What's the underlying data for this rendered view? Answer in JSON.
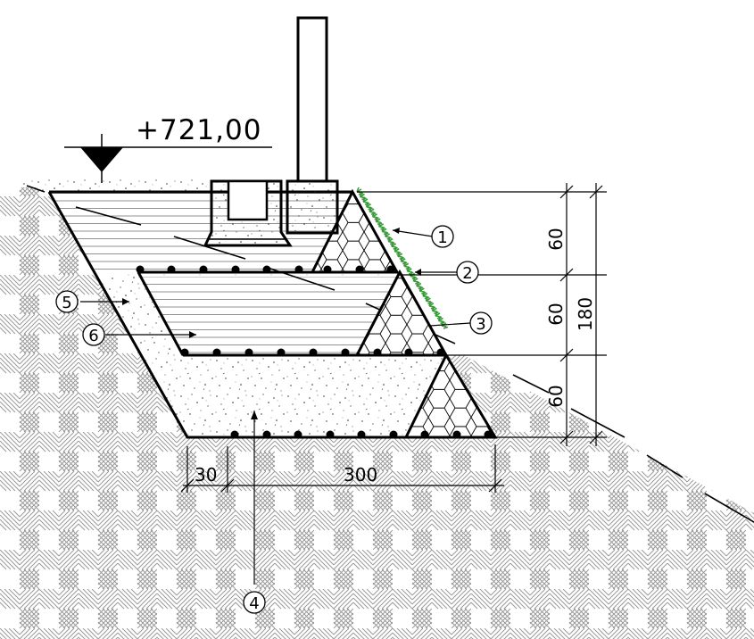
{
  "elevation": {
    "label": "+721,00"
  },
  "dimensions": {
    "layer_top": "60",
    "layer_middle": "60",
    "layer_bottom": "60",
    "total_height": "180",
    "offset": "30",
    "base_width": "300"
  },
  "callouts": [
    {
      "id": "c1",
      "label": "1"
    },
    {
      "id": "c2",
      "label": "2"
    },
    {
      "id": "c3",
      "label": "3"
    },
    {
      "id": "c4",
      "label": "4"
    },
    {
      "id": "c5",
      "label": "5"
    },
    {
      "id": "c6",
      "label": "6"
    }
  ],
  "colors": {
    "line": "#000000",
    "vegetation": "#3a9a3a",
    "background": "#ffffff"
  }
}
